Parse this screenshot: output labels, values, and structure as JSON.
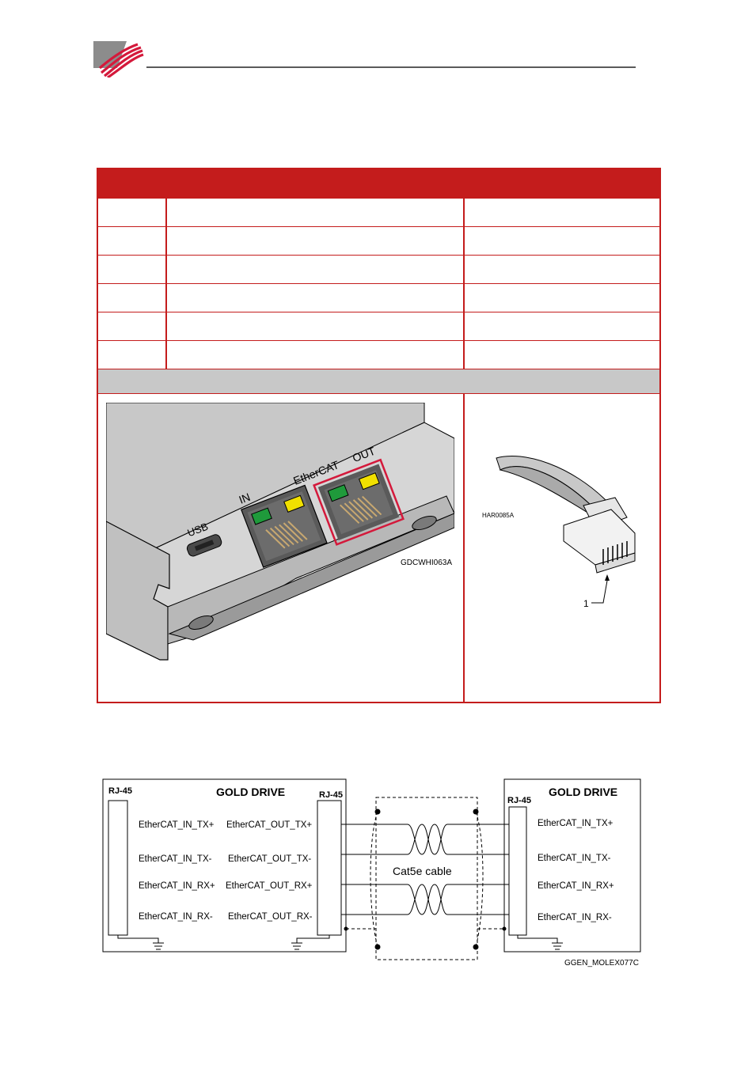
{
  "header": {
    "logo_icon": "elmo-logo-icon"
  },
  "figure_1": {
    "image_code": "GDCWHI063A",
    "labels": {
      "usb": "USB",
      "ethercat": "EtherCAT",
      "in": "IN",
      "out": "OUT"
    },
    "plug_image_code": "HAR0085A",
    "plug_callout": "1"
  },
  "wiring_diagram": {
    "image_code": "GGEN_MOLEX077C",
    "left_box": {
      "title": "GOLD DRIVE",
      "connector_in": "RJ-45",
      "connector_out": "RJ-45",
      "in_signals": [
        "EtherCAT_IN_TX+",
        "EtherCAT_IN_TX-",
        "EtherCAT_IN_RX+",
        "EtherCAT_IN_RX-"
      ],
      "out_signals": [
        "EtherCAT_OUT_TX+",
        "EtherCAT_OUT_TX-",
        "EtherCAT_OUT_RX+",
        "EtherCAT_OUT_RX-"
      ]
    },
    "cable_label": "Cat5e  cable",
    "right_box": {
      "title": "GOLD DRIVE",
      "connector": "RJ-45",
      "signals": [
        "EtherCAT_IN_TX+",
        "EtherCAT_IN_TX-",
        "EtherCAT_IN_RX+",
        "EtherCAT_IN_RX-"
      ]
    }
  }
}
